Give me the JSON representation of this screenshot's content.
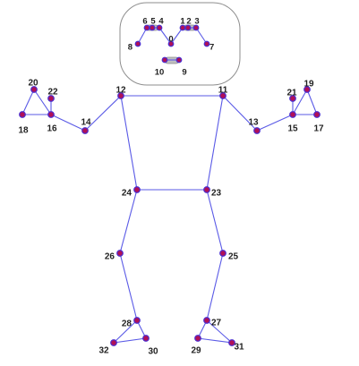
{
  "colors": {
    "edge": "#5a5ae6",
    "point_fill": "#b01057",
    "point_stroke": "#4b2fd0",
    "label": "#222222",
    "face_box": "#8e8e8e"
  },
  "landmarks": [
    {
      "id": 0,
      "label": "0"
    },
    {
      "id": 1,
      "label": "1"
    },
    {
      "id": 2,
      "label": "2"
    },
    {
      "id": 3,
      "label": "3"
    },
    {
      "id": 4,
      "label": "4"
    },
    {
      "id": 5,
      "label": "5"
    },
    {
      "id": 6,
      "label": "6"
    },
    {
      "id": 7,
      "label": "7"
    },
    {
      "id": 8,
      "label": "8"
    },
    {
      "id": 9,
      "label": "9"
    },
    {
      "id": 10,
      "label": "10"
    },
    {
      "id": 11,
      "label": "11"
    },
    {
      "id": 12,
      "label": "12"
    },
    {
      "id": 13,
      "label": "13"
    },
    {
      "id": 14,
      "label": "14"
    },
    {
      "id": 15,
      "label": "15"
    },
    {
      "id": 16,
      "label": "16"
    },
    {
      "id": 17,
      "label": "17"
    },
    {
      "id": 18,
      "label": "18"
    },
    {
      "id": 19,
      "label": "19"
    },
    {
      "id": 20,
      "label": "20"
    },
    {
      "id": 21,
      "label": "21"
    },
    {
      "id": 22,
      "label": "22"
    },
    {
      "id": 23,
      "label": "23"
    },
    {
      "id": 24,
      "label": "24"
    },
    {
      "id": 25,
      "label": "25"
    },
    {
      "id": 26,
      "label": "26"
    },
    {
      "id": 27,
      "label": "27"
    },
    {
      "id": 28,
      "label": "28"
    },
    {
      "id": 29,
      "label": "29"
    },
    {
      "id": 30,
      "label": "30"
    },
    {
      "id": 31,
      "label": "31"
    },
    {
      "id": 32,
      "label": "32"
    }
  ],
  "connections": [
    [
      11,
      12
    ],
    [
      11,
      23
    ],
    [
      12,
      24
    ],
    [
      23,
      24
    ],
    [
      11,
      13
    ],
    [
      13,
      15
    ],
    [
      15,
      17
    ],
    [
      15,
      19
    ],
    [
      17,
      19
    ],
    [
      15,
      21
    ],
    [
      12,
      14
    ],
    [
      14,
      16
    ],
    [
      16,
      18
    ],
    [
      16,
      20
    ],
    [
      18,
      20
    ],
    [
      16,
      22
    ],
    [
      23,
      25
    ],
    [
      25,
      27
    ],
    [
      27,
      29
    ],
    [
      27,
      31
    ],
    [
      29,
      31
    ],
    [
      24,
      26
    ],
    [
      26,
      28
    ],
    [
      28,
      30
    ],
    [
      28,
      32
    ],
    [
      30,
      32
    ],
    [
      0,
      1
    ],
    [
      1,
      2
    ],
    [
      2,
      3
    ],
    [
      3,
      7
    ],
    [
      0,
      4
    ],
    [
      4,
      5
    ],
    [
      5,
      6
    ],
    [
      6,
      8
    ],
    [
      9,
      10
    ]
  ]
}
